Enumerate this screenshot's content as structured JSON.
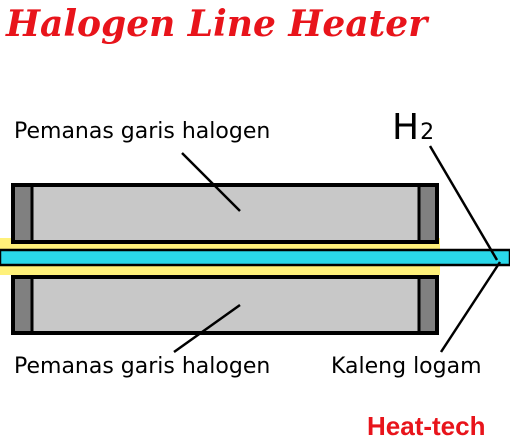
{
  "title": "Halogen Line Heater",
  "labels": {
    "heater_top": "Pemanas garis halogen",
    "heater_bottom": "Pemanas garis halogen",
    "gas_main": "H",
    "gas_sub": "2",
    "metal_can": "Kaleng logam"
  },
  "brand": "Heat-tech",
  "colors": {
    "title": "#e8141b",
    "brand": "#e8141b",
    "heater_body": "#c8c8c8",
    "heater_end_cap": "#808080",
    "outline": "#000000",
    "tube": "#2ad8ea",
    "halogen_glow": "#fff17a"
  }
}
